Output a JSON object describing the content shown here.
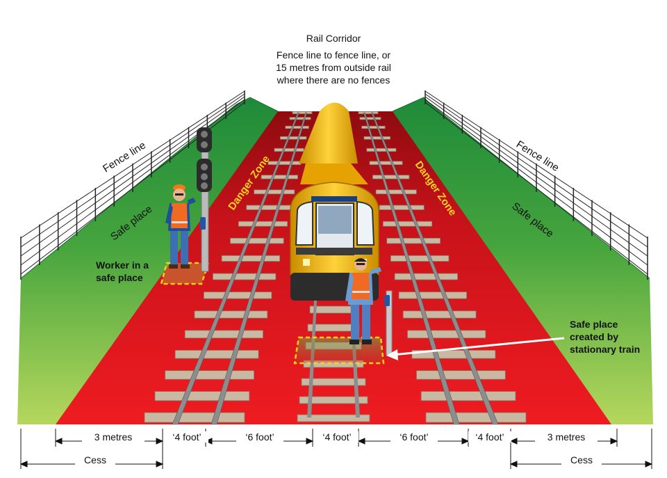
{
  "diagram": {
    "title": "Rail Corridor",
    "subtitle": "Fence line to fence line, or\n15 metres from outside rail\nwhere there are no fences",
    "labels": {
      "fence_left": "Fence line",
      "fence_right": "Fence line",
      "safe_left": "Safe place",
      "safe_right": "Safe place",
      "danger_left": "Danger Zone",
      "danger_right": "Danger Zone",
      "worker_safe": "Worker in a\nsafe place",
      "train_safe": "Safe place\ncreated by\nstationary train"
    },
    "dimensions": {
      "left_3m": "3 metres",
      "four_foot_1": "‘4 foot’",
      "six_foot_1": "‘6 foot’",
      "four_foot_2": "‘4 foot’",
      "six_foot_2": "‘6 foot’",
      "four_foot_3": "‘4 foot’",
      "right_3m": "3 metres",
      "cess_left": "Cess",
      "cess_right": "Cess"
    },
    "colors": {
      "grass_dark": "#1f8a3c",
      "grass_light": "#a6cf55",
      "danger_red": "#e3161b",
      "danger_dark": "#9c0f12",
      "train_yellow": "#f2b705",
      "danger_text": "#ffd21f"
    }
  }
}
